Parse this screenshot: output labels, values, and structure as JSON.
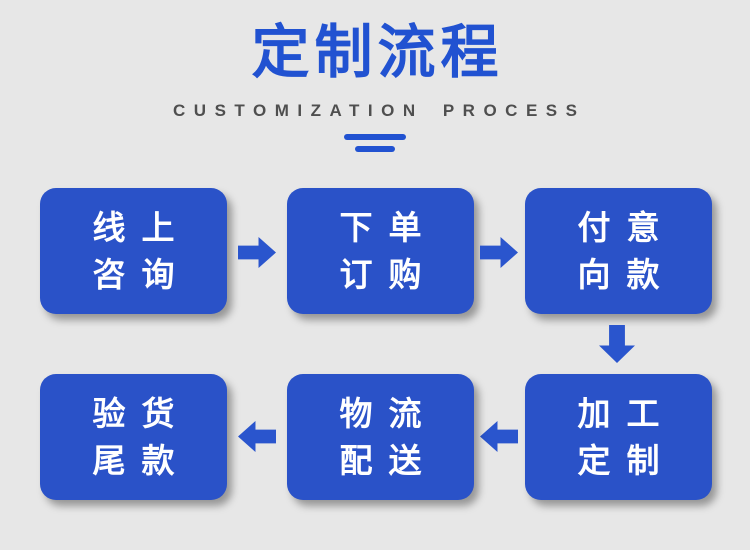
{
  "header": {
    "title": "定制流程",
    "subtitle": "CUSTOMIZATION PROCESS"
  },
  "colors": {
    "background": "#e7e7e7",
    "box_blue": "#2a52c8",
    "title_blue": "#2152d1",
    "arrow_blue": "#2a55cd",
    "subtitle_gray": "#4f4f4f",
    "box_text": "#ffffff"
  },
  "flow": {
    "steps": [
      {
        "name": "online-consultation",
        "line1": "线上",
        "line2": "咨询"
      },
      {
        "name": "place-order",
        "line1": "下单",
        "line2": "订购"
      },
      {
        "name": "pay-intent-deposit",
        "line1": "付意",
        "line2": "向款"
      },
      {
        "name": "processing-customization",
        "line1": "加工",
        "line2": "定制"
      },
      {
        "name": "logistics-delivery",
        "line1": "物流",
        "line2": "配送"
      },
      {
        "name": "inspect-final-payment",
        "line1": "验货",
        "line2": "尾款"
      }
    ]
  }
}
